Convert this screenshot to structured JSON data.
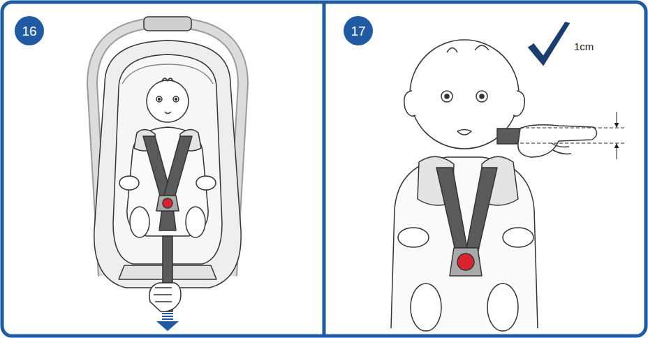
{
  "diagram": {
    "nodes": [
      {
        "text": [
          "16"
        ]
      },
      {
        "text": [
          "17"
        ]
      }
    ],
    "labels": [
      "1cm"
    ]
  }
}
